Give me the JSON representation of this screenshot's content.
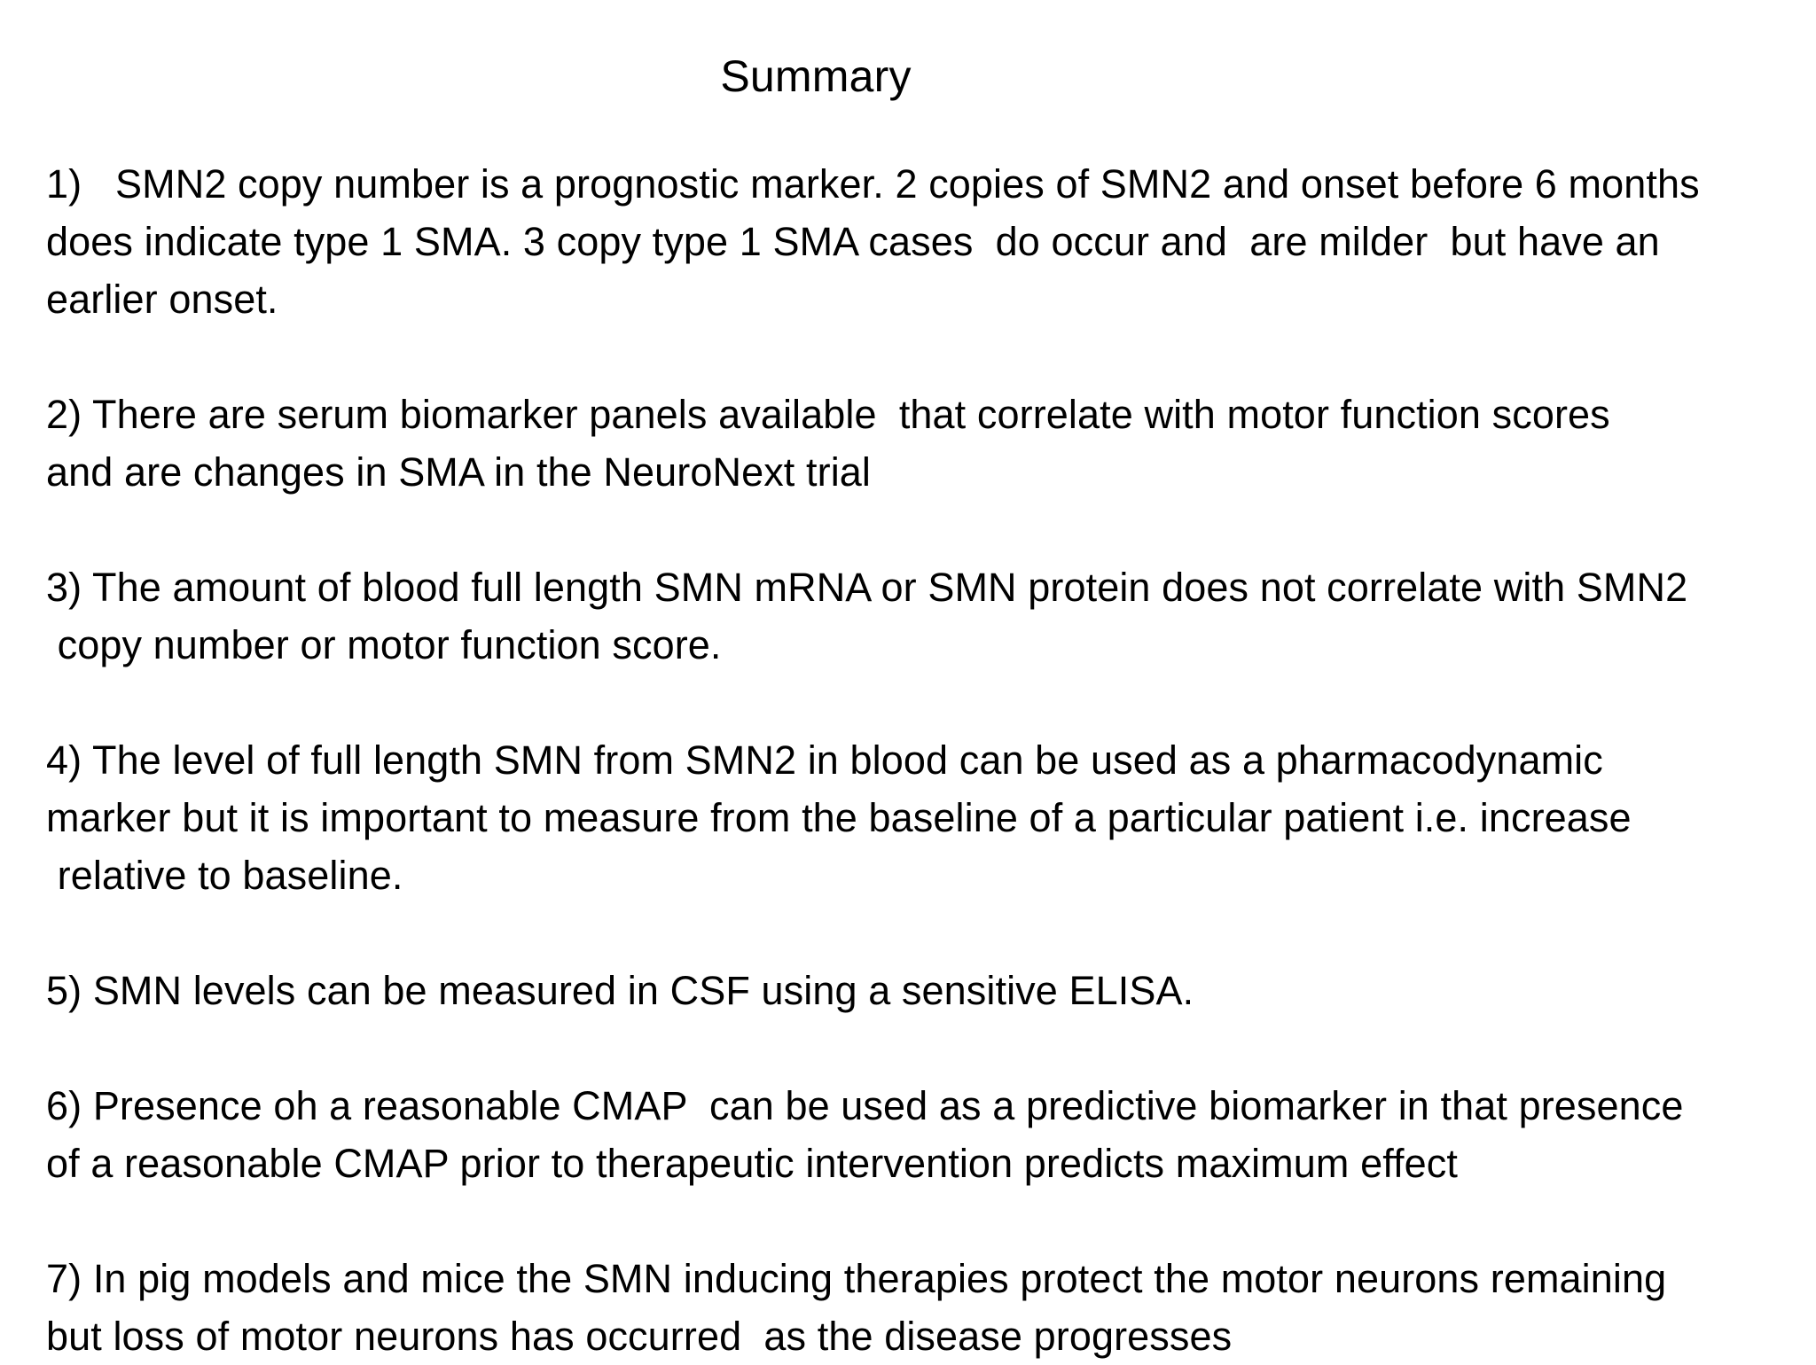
{
  "slide": {
    "title": "Summary",
    "background_color": "#ffffff",
    "text_color": "#000000",
    "paragraphs": [
      {
        "id": "point-1",
        "lines": [
          "1)   SMN2 copy number is a prognostic marker. 2 copies of SMN2 and onset before 6 months",
          "does indicate type 1 SMA. 3 copy type 1 SMA cases  do occur and  are milder  but have an",
          "earlier onset."
        ]
      },
      {
        "id": "point-2",
        "lines": [
          "2) There are serum biomarker panels available  that correlate with motor function scores",
          "and are changes in SMA in the NeuroNext trial"
        ]
      },
      {
        "id": "point-3",
        "lines": [
          "3) The amount of blood full length SMN mRNA or SMN protein does not correlate with SMN2",
          " copy number or motor function score."
        ]
      },
      {
        "id": "point-4",
        "lines": [
          "4) The level of full length SMN from SMN2 in blood can be used as a pharmacodynamic",
          "marker but it is important to measure from the baseline of a particular patient i.e. increase",
          " relative to baseline."
        ]
      },
      {
        "id": "point-5",
        "lines": [
          "5) SMN levels can be measured in CSF using a sensitive ELISA."
        ]
      },
      {
        "id": "point-6",
        "lines": [
          "6) Presence oh a reasonable CMAP  can be used as a predictive biomarker in that presence",
          "of a reasonable CMAP prior to therapeutic intervention predicts maximum effect"
        ]
      },
      {
        "id": "point-7",
        "lines": [
          "7) In pig models and mice the SMN inducing therapies protect the motor neurons remaining",
          "but loss of motor neurons has occurred  as the disease progresses"
        ]
      }
    ]
  }
}
